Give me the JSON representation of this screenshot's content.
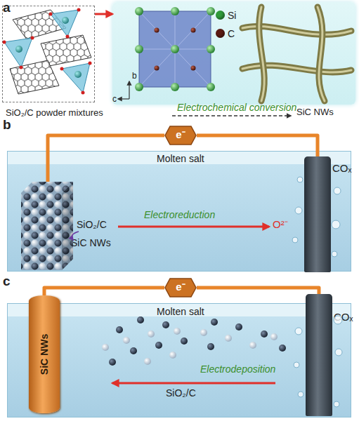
{
  "diagram": {
    "nodes": [
      {
        "text": [
          "SiO₂/C powder mixtures"
        ]
      },
      {
        "text": [
          "SiC NWs"
        ]
      },
      {
        "text": [
          "e⁻"
        ]
      },
      {
        "text": [
          "Molten salt"
        ]
      },
      {
        "text": [
          "SiO₂/C",
          "SiC NWs"
        ],
        "in": 3
      },
      {
        "text": [
          "COₓ"
        ],
        "in": 3
      },
      {
        "text": [
          "e⁻"
        ]
      },
      {
        "text": [
          "Molten salt"
        ]
      },
      {
        "text": [
          "SiC NWs"
        ],
        "in": 7
      },
      {
        "text": [
          "COₓ"
        ],
        "in": 7
      }
    ],
    "edges": [
      {
        "from": 0,
        "to": 1,
        "arrow": "to"
      },
      {
        "from": 4,
        "to": 2,
        "arrow": "none"
      },
      {
        "from": 2,
        "to": 5,
        "arrow": "none"
      },
      {
        "from": 8,
        "to": 6,
        "arrow": "none"
      },
      {
        "from": 6,
        "to": 9,
        "arrow": "none"
      }
    ],
    "labels": [
      "a",
      "b",
      "c",
      "Electrochemical conversion",
      "b",
      "Electroreduction",
      "O²⁻",
      "c",
      "Electrodeposition",
      "SiO₂/C"
    ],
    "legend": [
      {
        "text": "Si",
        "color": "#2f9a3a"
      },
      {
        "text": "C",
        "color": "#5b1a12"
      }
    ]
  }
}
